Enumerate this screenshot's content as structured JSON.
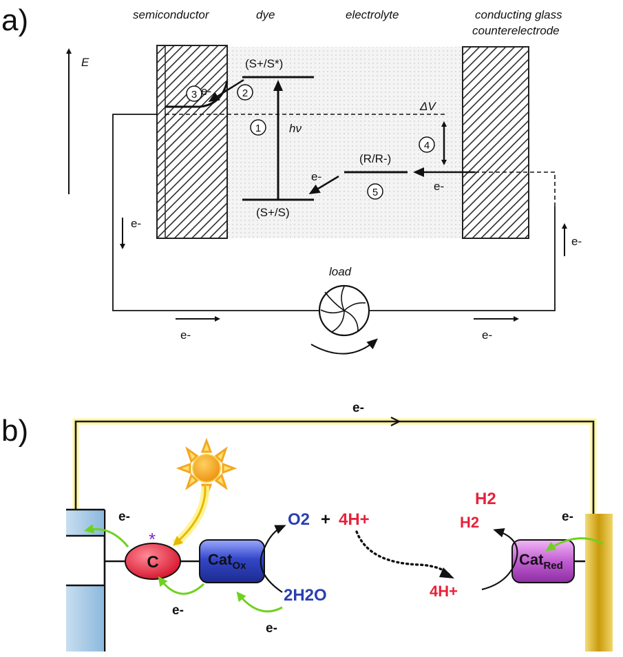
{
  "panel_a": {
    "panel_label": "a)",
    "headers": {
      "semiconductor": "semiconductor",
      "dye": "dye",
      "electrolyte": "electrolyte",
      "counter_line1": "conducting glass",
      "counter_line2": "counterelectrode"
    },
    "energy_axis": "E",
    "dye_excited_level": "(S+/S*)",
    "dye_ground_level": "(S+/S)",
    "redox_level": "(R/R-)",
    "photon": "hν",
    "voltage": "ΔV",
    "electron": "e-",
    "steps": [
      "1",
      "2",
      "3",
      "4",
      "5"
    ],
    "load_label": "load"
  },
  "panel_b": {
    "panel_label": "b)",
    "electron": "e-",
    "star": "*",
    "chromophore": "C",
    "cat_ox": {
      "base": "Cat",
      "sub": "Ox"
    },
    "cat_red": {
      "base": "Cat",
      "sub": "Red"
    },
    "o2": "O2",
    "plus": "+",
    "protons": "4H+",
    "protons_reduced_side": "4H+",
    "water": "2H2O",
    "h2_top": "H2",
    "h2_bottom": "H2"
  },
  "colors": {
    "wire_yellow": "#f2e200",
    "arrow_green": "#7ee02a",
    "chromophore_red": "#e8213a",
    "cat_ox_blue": "#3c4fc4",
    "cat_red_violet": "#c35ad2",
    "gold_electrode": "#d8b21a",
    "blue_electrode": "#a9cbe6",
    "sun_orange": "#f5a623"
  }
}
